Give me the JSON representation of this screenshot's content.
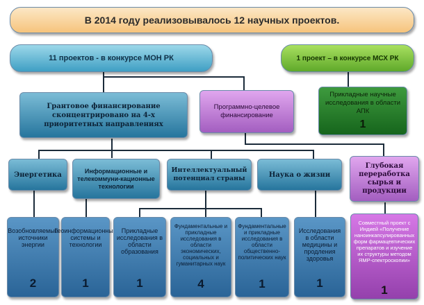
{
  "top_banner": "В 2014 году реализовывалось 12 научных проектов.",
  "level1": {
    "mon": "11 проектов  - в конкурсе  МОН РК",
    "msh": "1 проект – в конкурсе  МСХ РК"
  },
  "level2": {
    "grant": "Грантовое финансирование сконцентрировано на 4-х приоритетных направлениях",
    "program": "Программно-целевое финансирование",
    "apk": "Прикладные научные исследования в области АПК",
    "apk_count": "1"
  },
  "level3": {
    "energy": "Энергетика",
    "ict": "Информационные и телекоммуни-кационные технологии",
    "intellect": "Интеллектуальный потенциал страны",
    "life": "Наука о жизни",
    "deep": "Глубокая переработка сырья и продукции"
  },
  "level4": [
    {
      "label": "Возобновляемые источники энергии",
      "count": "2"
    },
    {
      "label": "Геоинформационные системы и технологии",
      "count": "1"
    },
    {
      "label": "Прикладные исследования в области образования",
      "count": "1"
    },
    {
      "label": "Фундаментальные и прикладные исследования в области экономических, социальных и гуманитарных наук",
      "count": "4"
    },
    {
      "label": "Фундаментальные и прикладные исследования в области общественно-политических наук",
      "count": "1"
    },
    {
      "label": "Исследования в области медицины и продления здоровья",
      "count": "1"
    },
    {
      "label": "Совместный проект с Индией «Получение наноинкапсулированных форм фармацевтических препаратов и изучение их структуры методом ЯМР-спектроскопии»",
      "count": "1"
    }
  ],
  "colors": {
    "cyan": "#4aa8cc",
    "green": "#7cc23c",
    "dark_green": "#228a2a",
    "purple": "#c47fd9",
    "magenta": "#b35cc8",
    "orange": "#f8d19a",
    "blue": "#3c78ae"
  }
}
